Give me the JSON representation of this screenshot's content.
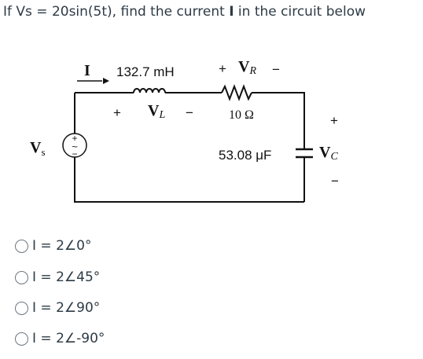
{
  "question": {
    "prefix": "If Vs = 20sin(5t), find the current ",
    "bold": "I",
    "suffix": " in the circuit below"
  },
  "circuit": {
    "current_label": "I",
    "inductor_value": "132.7 mH",
    "vl_plus": "+",
    "vl_label": "V",
    "vl_sub": "L",
    "vl_minus": "−",
    "vr_plus": "+",
    "vr_label": "V",
    "vr_sub": "R",
    "vr_minus": "−",
    "resistor_value": "10 Ω",
    "capacitor_value": "53.08 μF",
    "vc_plus": "+",
    "vc_label": "V",
    "vc_sub": "C",
    "vc_minus": "−",
    "vs_label": "V",
    "vs_sub": "s",
    "source_plus": "+",
    "source_tilde": "~",
    "source_minus": "−"
  },
  "options": [
    {
      "label": "I = 2∠0°"
    },
    {
      "label": "I = 2∠45°"
    },
    {
      "label": "I = 2∠90°"
    },
    {
      "label": "I = 2∠-90°"
    }
  ],
  "colors": {
    "text": "#2d3b45",
    "wire": "#111111",
    "radio_border": "#6b7780"
  }
}
